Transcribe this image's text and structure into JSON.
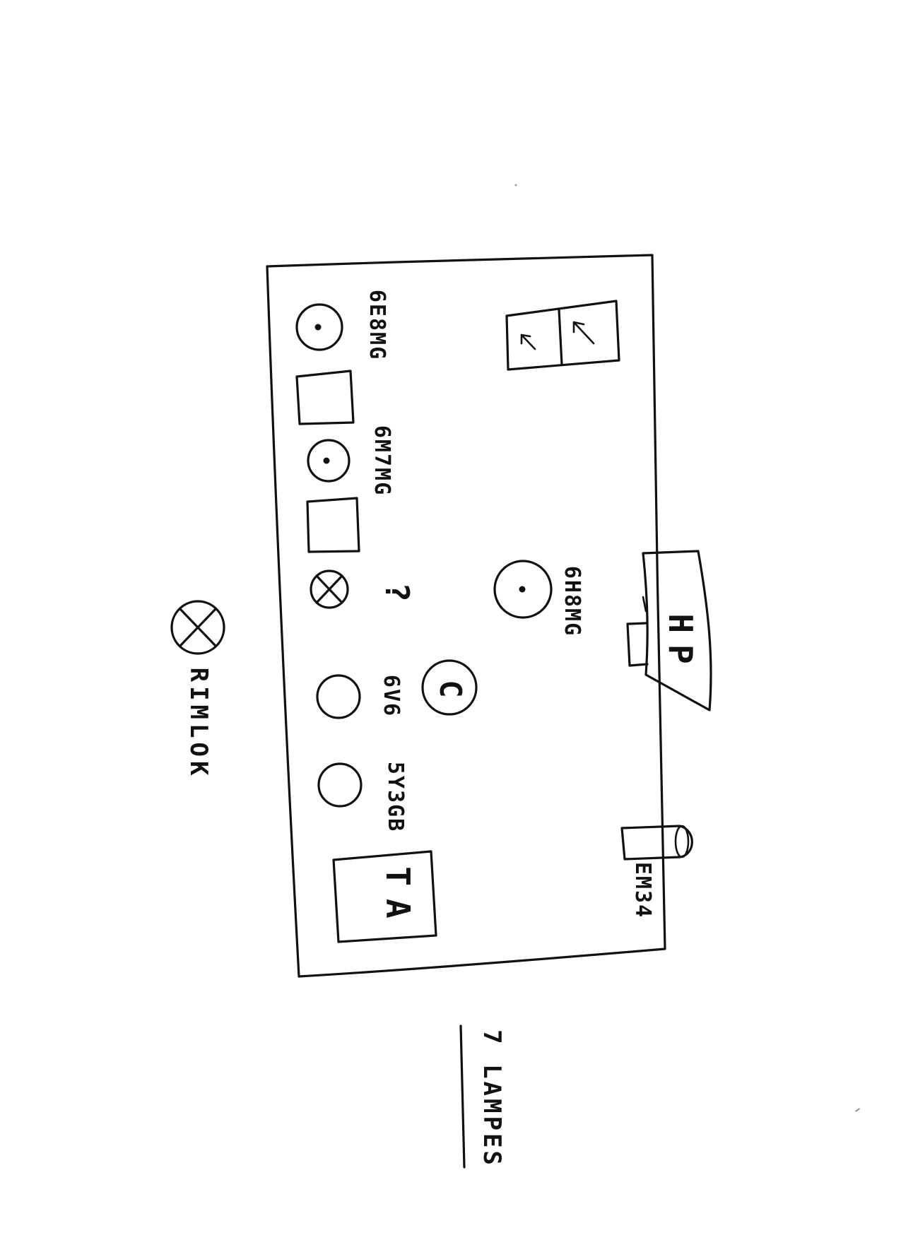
{
  "tubes": {
    "t1": "6E8MG",
    "t2": "6M7MG",
    "t3": "6H8MG",
    "t4": "6V6",
    "t5": "5Y3GB",
    "t6": "EM34"
  },
  "components": {
    "unknown_mark": "?",
    "capacitor": "C",
    "transformer": "TA",
    "speaker": "HP"
  },
  "outside": {
    "rimlock": "RIMLOK",
    "lamp_count": "7 LAMPES"
  }
}
